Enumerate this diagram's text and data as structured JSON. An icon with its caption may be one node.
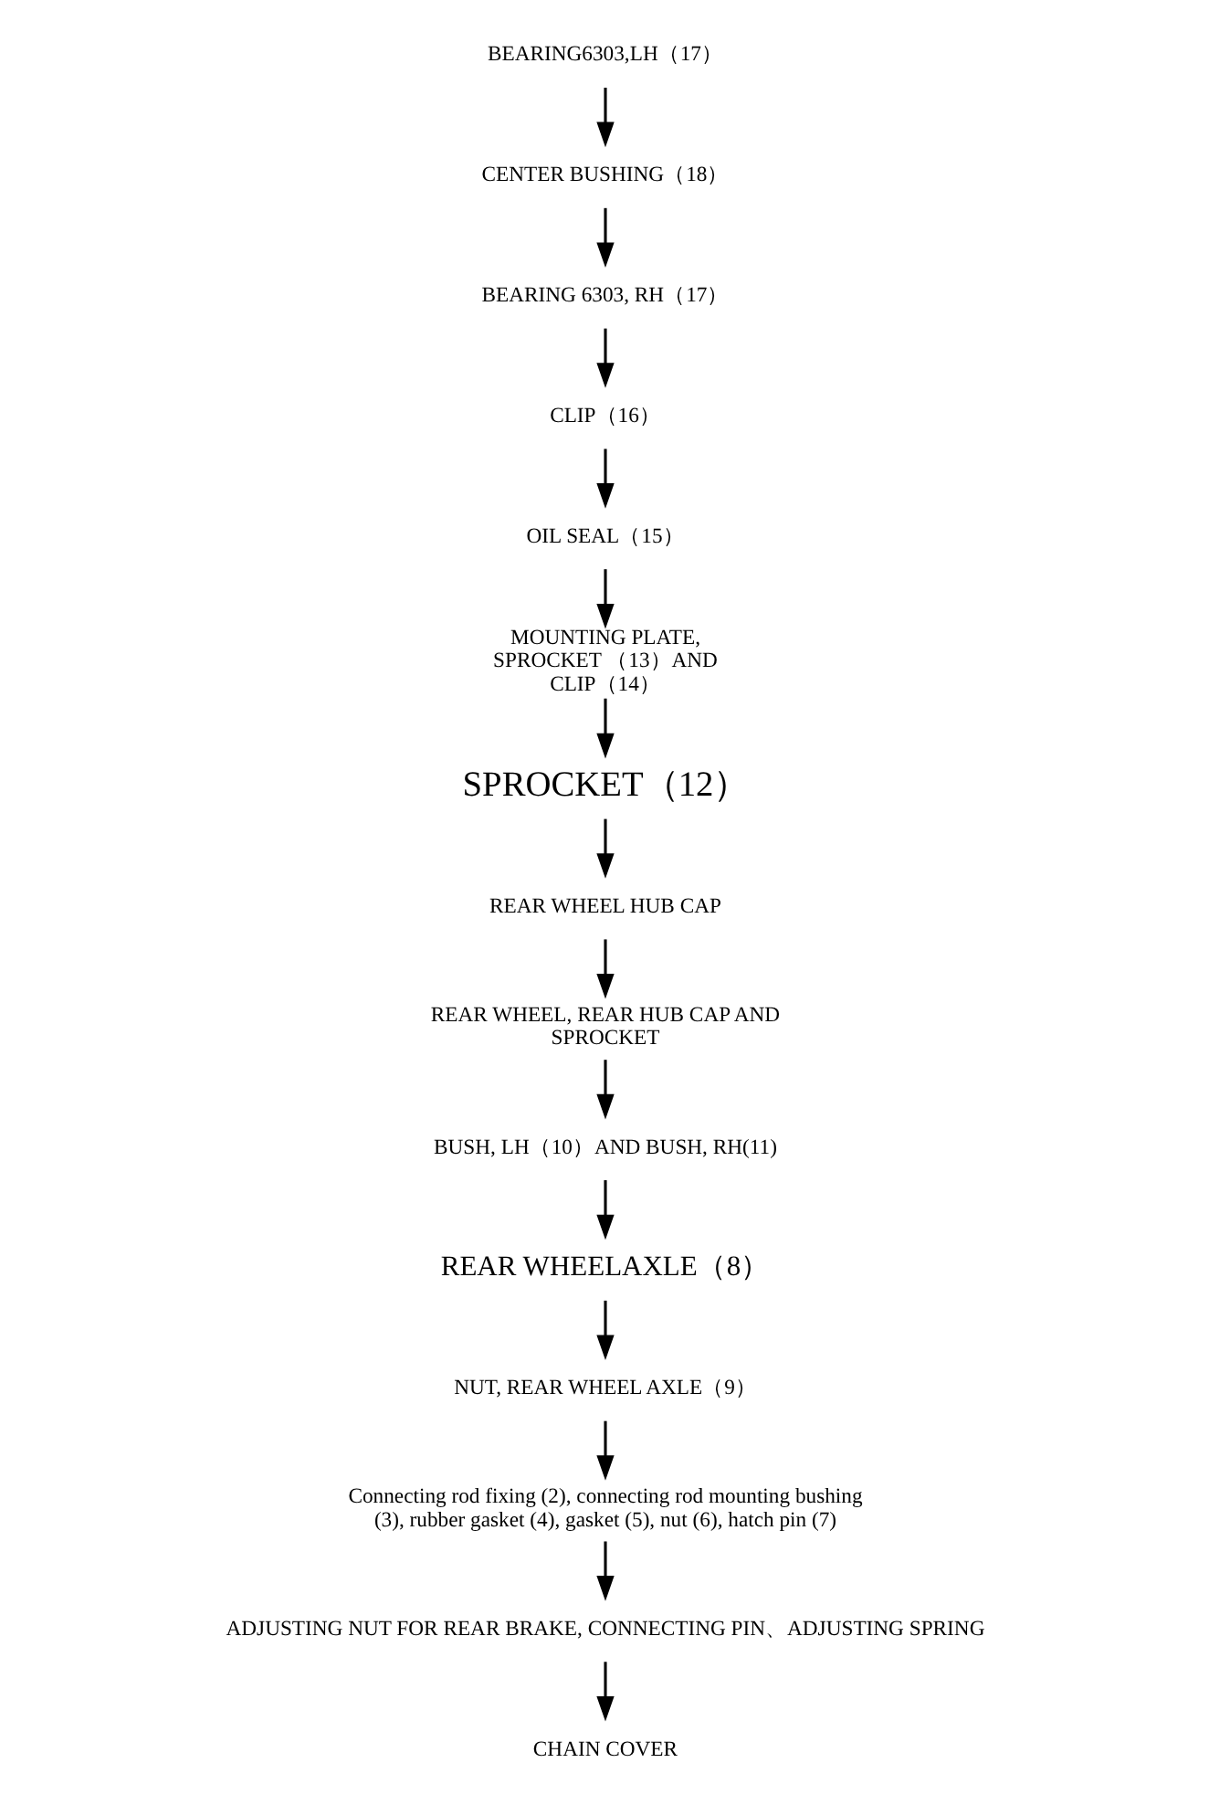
{
  "diagram": {
    "nodes": [
      {
        "text": [
          "BEARING6303,LH（17）"
        ]
      },
      {
        "text": [
          "CENTER BUSHING（18）"
        ]
      },
      {
        "text": [
          "BEARING 6303, RH（17）"
        ]
      },
      {
        "text": [
          "CLIP（16）"
        ]
      },
      {
        "text": [
          "OIL SEAL（15）"
        ]
      },
      {
        "text": [
          "MOUNTING PLATE, SPROCKET （13）AND CLIP（14）"
        ]
      },
      {
        "text": [
          "SPROCKET（12）"
        ]
      },
      {
        "text": [
          "REAR WHEEL HUB CAP"
        ]
      },
      {
        "text": [
          "REAR WHEEL, REAR HUB CAP AND SPROCKET"
        ]
      },
      {
        "text": [
          "BUSH, LH（10）AND BUSH, RH(11)"
        ]
      },
      {
        "text": [
          "REAR WHEELAXLE（8）"
        ]
      },
      {
        "text": [
          "NUT, REAR WHEEL AXLE（9）"
        ]
      },
      {
        "text": [
          "Connecting rod fixing (2), connecting rod mounting bushing (3), rubber gasket (4), gasket (5), nut (6), hatch pin (7)"
        ]
      },
      {
        "text": [
          "ADJUSTING NUT FOR REAR BRAKE, CONNECTING PIN、ADJUSTING SPRING"
        ]
      },
      {
        "text": [
          "CHAIN COVER"
        ]
      }
    ],
    "edges": [
      {
        "from": 0,
        "to": 1,
        "arrow": "to"
      },
      {
        "from": 1,
        "to": 2,
        "arrow": "to"
      },
      {
        "from": 2,
        "to": 3,
        "arrow": "to"
      },
      {
        "from": 3,
        "to": 4,
        "arrow": "to"
      },
      {
        "from": 4,
        "to": 5,
        "arrow": "to"
      },
      {
        "from": 5,
        "to": 6,
        "arrow": "to"
      },
      {
        "from": 6,
        "to": 7,
        "arrow": "to"
      },
      {
        "from": 7,
        "to": 8,
        "arrow": "to"
      },
      {
        "from": 8,
        "to": 9,
        "arrow": "to"
      },
      {
        "from": 9,
        "to": 10,
        "arrow": "to"
      },
      {
        "from": 10,
        "to": 11,
        "arrow": "to"
      },
      {
        "from": 11,
        "to": 12,
        "arrow": "to"
      },
      {
        "from": 12,
        "to": 13,
        "arrow": "to"
      },
      {
        "from": 13,
        "to": 14,
        "arrow": "to"
      }
    ]
  }
}
